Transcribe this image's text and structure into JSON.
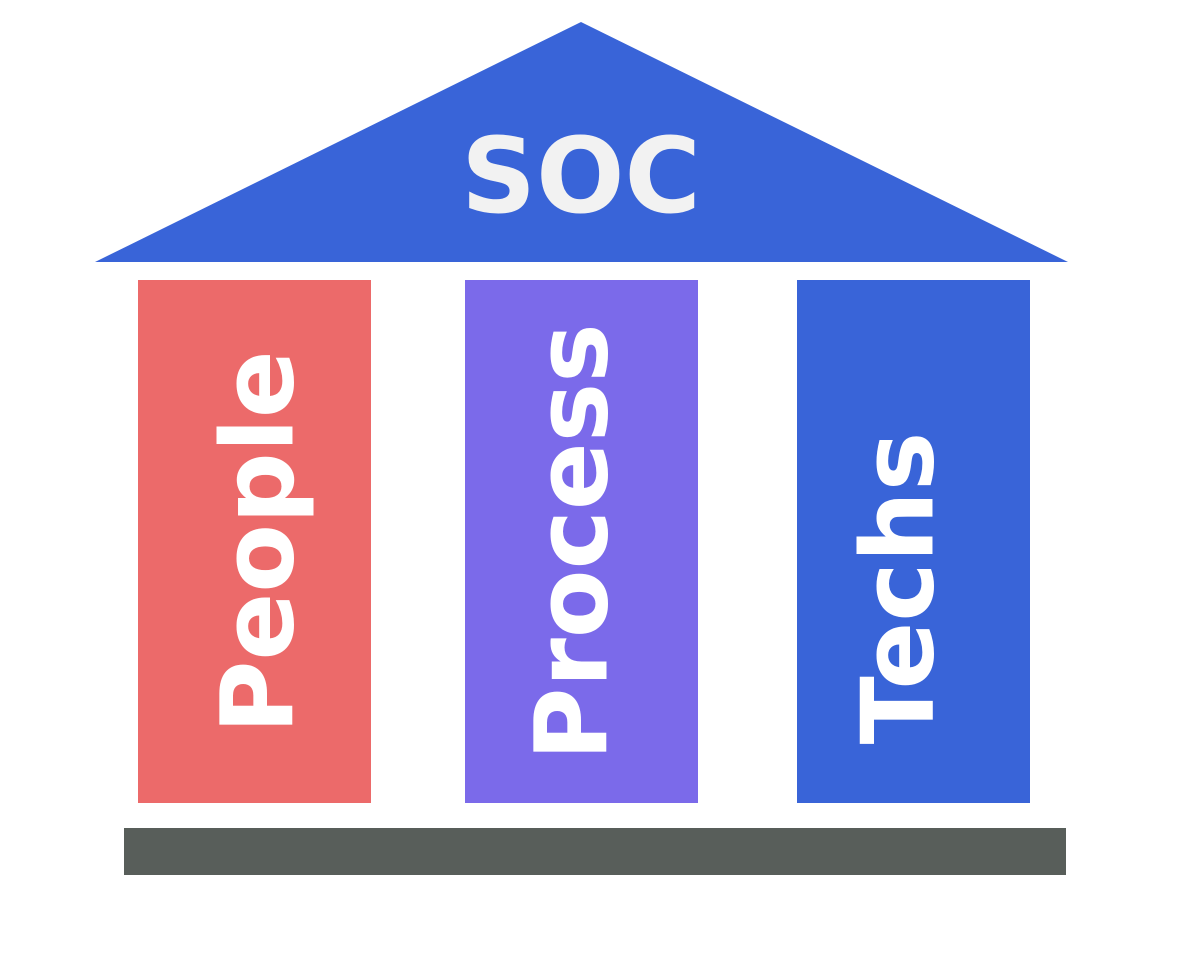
{
  "diagram": {
    "roof": {
      "label": "SOC",
      "color": "#3964d8",
      "text_color": "#f2f2f2"
    },
    "pillars": [
      {
        "label": "People",
        "color": "#ec6a6a",
        "text_color": "#ffffff"
      },
      {
        "label": "Process",
        "color": "#7b6aea",
        "text_color": "#ffffff"
      },
      {
        "label": "Techs",
        "color": "#3964d8",
        "text_color": "#ffffff"
      }
    ],
    "base": {
      "color": "#585e5a"
    }
  }
}
